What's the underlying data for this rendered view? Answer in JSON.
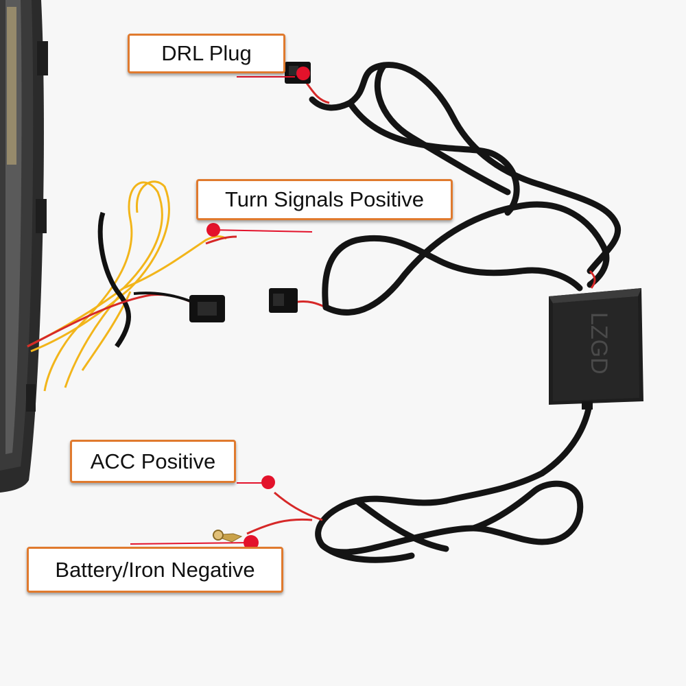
{
  "labels": {
    "drl_plug": "DRL Plug",
    "turn_signals_positive": "Turn Signals Positive",
    "acc_positive": "ACC Positive",
    "battery_iron_negative": "Battery/Iron Negative"
  },
  "module": {
    "brand_text": "LZGD"
  },
  "colors": {
    "callout_border": "#e07a2e",
    "marker_dot": "#e3122b",
    "cable": "#141414",
    "signal_wire": "#f2b51a",
    "power_wire": "#d62828"
  }
}
